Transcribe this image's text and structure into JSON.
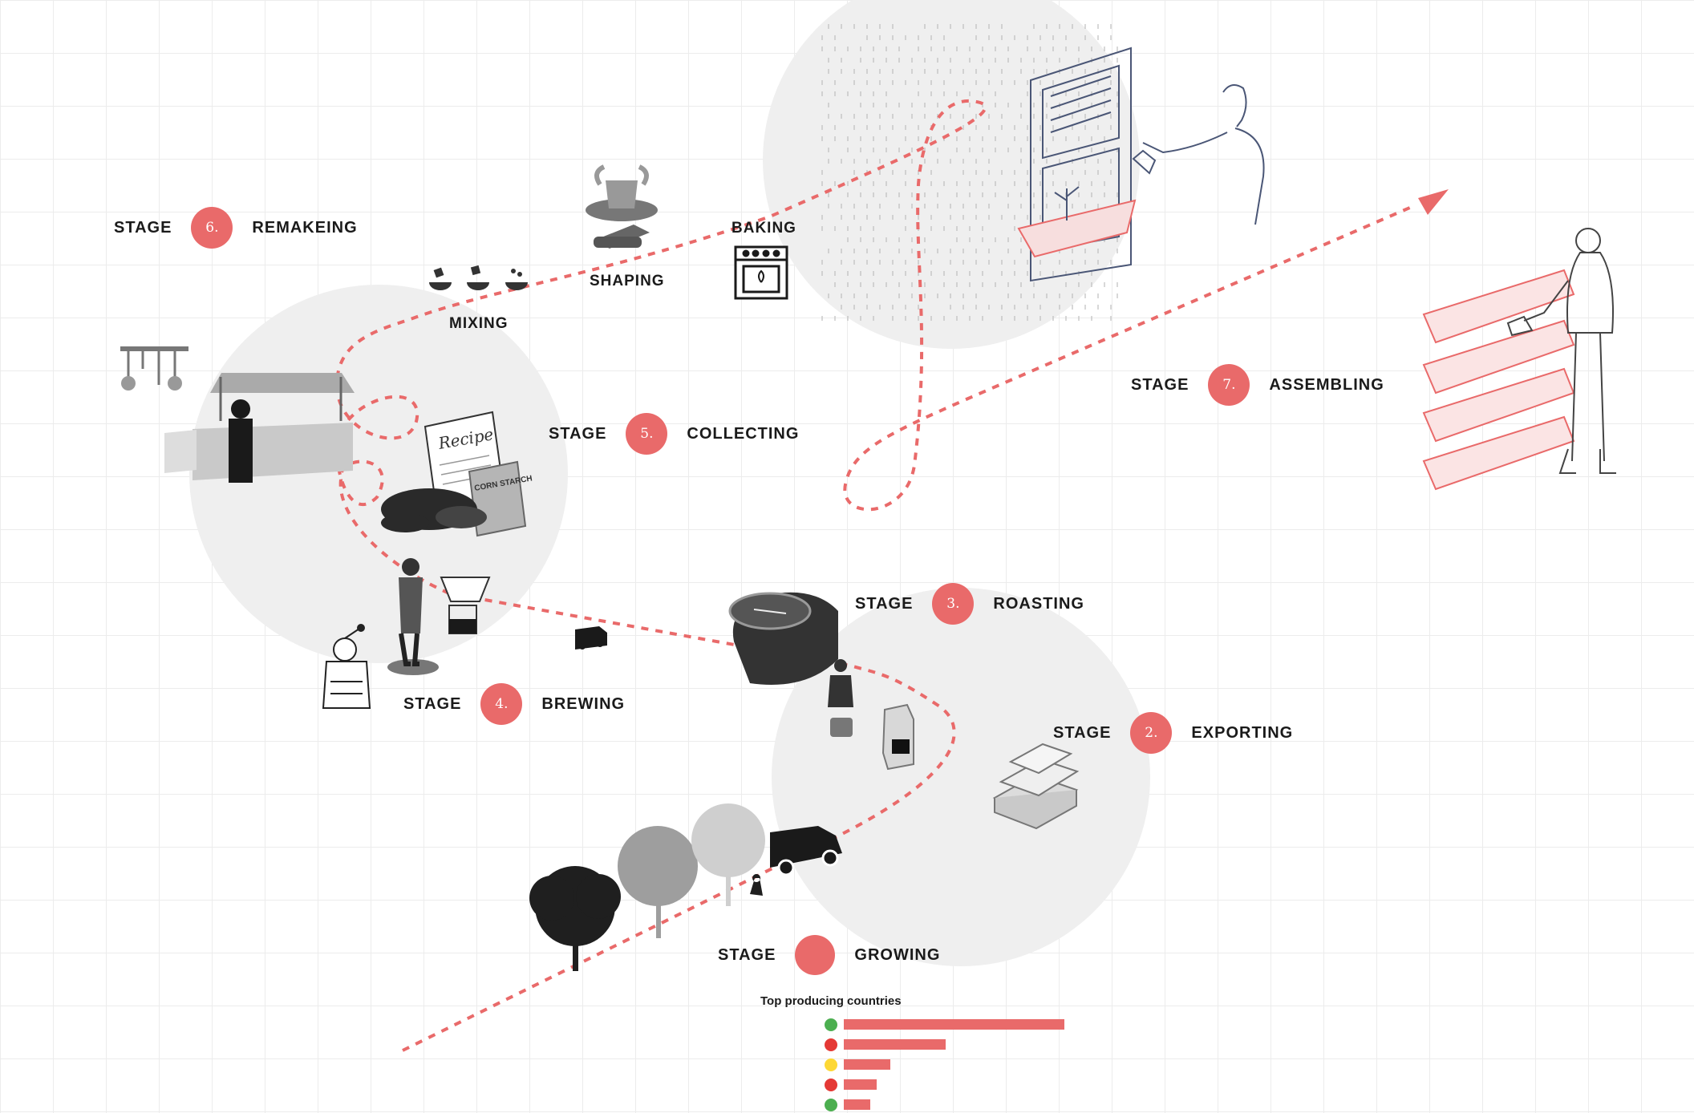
{
  "stages": [
    {
      "id": "remaking",
      "word": "STAGE",
      "number": "6.",
      "name": "REMAKEING"
    },
    {
      "id": "collecting",
      "word": "STAGE",
      "number": "5.",
      "name": "COLLECTING"
    },
    {
      "id": "assembling",
      "word": "STAGE",
      "number": "7.",
      "name": "ASSEMBLING"
    },
    {
      "id": "roasting",
      "word": "STAGE",
      "number": "3.",
      "name": "ROASTING"
    },
    {
      "id": "brewing",
      "word": "STAGE",
      "number": "4.",
      "name": "BREWING"
    },
    {
      "id": "exporting",
      "word": "STAGE",
      "number": "2.",
      "name": "EXPORTING"
    },
    {
      "id": "growing",
      "word": "STAGE",
      "number": "",
      "name": "GROWING"
    }
  ],
  "steps": {
    "mixing": "MIXING",
    "shaping": "SHAPING",
    "baking": "BAKING"
  },
  "colors": {
    "accent": "#e96a6a",
    "circle": "#efefef",
    "grid": "#ececec"
  },
  "chart_data": {
    "type": "bar",
    "title": "Top producing countries",
    "orientation": "horizontal",
    "categories": [
      "brazil-flag",
      "vietnam-flag",
      "colombia-flag",
      "indonesia-flag",
      "ethiopia-flag"
    ],
    "values": [
      100,
      46,
      21,
      15,
      12
    ],
    "flag_colors": [
      "#4caf50",
      "#e53935",
      "#fdd835",
      "#e53935",
      "#4caf50"
    ]
  }
}
